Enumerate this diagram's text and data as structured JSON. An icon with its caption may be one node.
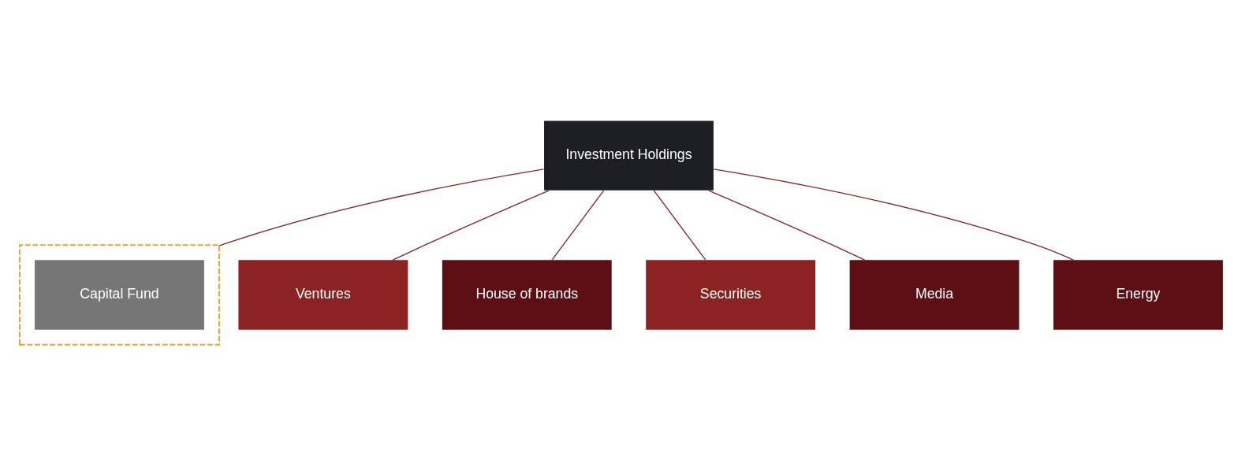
{
  "diagram": {
    "nodes": [
      {
        "text": [
          "Investment Holdings"
        ]
      },
      {
        "text": [],
        "shape": "box"
      },
      {
        "text": [
          "Capital Fund"
        ],
        "in": 1
      },
      {
        "text": [
          "Ventures"
        ]
      },
      {
        "text": [
          "House of brands"
        ]
      },
      {
        "text": [
          "Securities"
        ]
      },
      {
        "text": [
          "Media"
        ]
      },
      {
        "text": [
          "Energy"
        ]
      }
    ],
    "edges": [
      {
        "from": 0,
        "to": 1,
        "arrow": "none"
      },
      {
        "from": 0,
        "to": 3,
        "arrow": "none"
      },
      {
        "from": 0,
        "to": 4,
        "arrow": "none"
      },
      {
        "from": 0,
        "to": 5,
        "arrow": "none"
      },
      {
        "from": 0,
        "to": 6,
        "arrow": "none"
      },
      {
        "from": 0,
        "to": 7,
        "arrow": "none"
      }
    ]
  }
}
